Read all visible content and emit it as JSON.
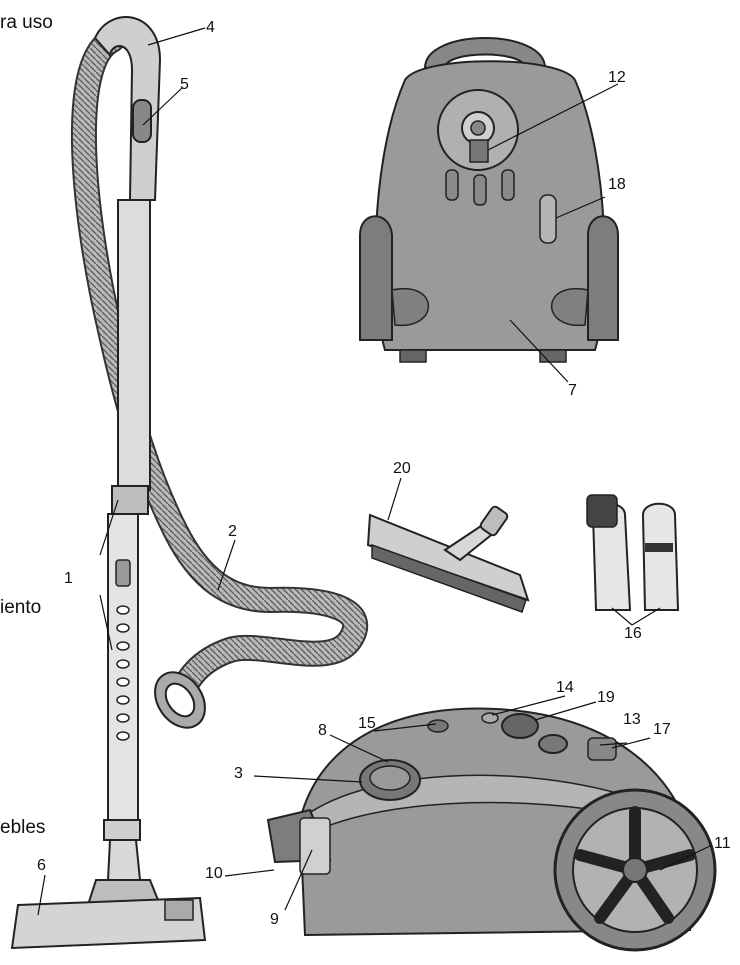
{
  "edge_texts": {
    "top_left": "ra uso",
    "mid_left": "iento",
    "bottom_left": "ebles"
  },
  "callouts": {
    "c1": "1",
    "c2": "2",
    "c3": "3",
    "c4": "4",
    "c5": "5",
    "c6": "6",
    "c7": "7",
    "c8": "8",
    "c9": "9",
    "c10": "10",
    "c11": "11",
    "c12": "12",
    "c13": "13",
    "c14": "14",
    "c15": "15",
    "c16": "16",
    "c17": "17",
    "c18": "18",
    "c19": "19",
    "c20": "20"
  },
  "colors": {
    "body": "#9a9a9a",
    "body_dark": "#7d7d7d",
    "outline": "#222222",
    "light": "#c9c9c9"
  }
}
